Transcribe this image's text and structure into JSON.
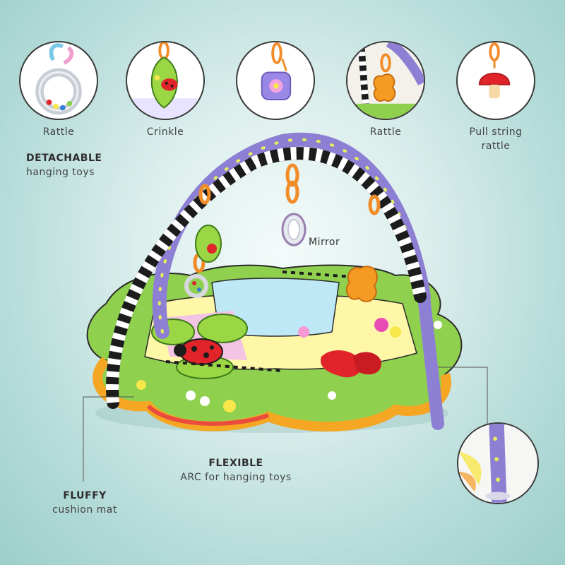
{
  "toys": [
    {
      "name": "rattle",
      "caption": "Rattle"
    },
    {
      "name": "crinkle",
      "caption": "Crinkle"
    },
    {
      "name": "mirror-toy",
      "caption": ""
    },
    {
      "name": "rattle-2",
      "caption": "Rattle"
    },
    {
      "name": "pull-string",
      "caption_line1": "Pull string",
      "caption_line2": "rattle"
    }
  ],
  "detachable": {
    "bold": "DETACHABLE",
    "text": "hanging toys"
  },
  "mirror_label": "Mirror",
  "flexible": {
    "bold": "FLEXIBLE",
    "text": "ARC for hanging toys"
  },
  "fluffy": {
    "bold": "FLUFFY",
    "text": "cushion mat"
  },
  "colors": {
    "background": "#b6dcd9",
    "arch_purple": "#8d7fd3",
    "mat_green": "#8fd14f",
    "mat_yellow": "#f7e74a",
    "ladybug_red": "#e0242a"
  }
}
